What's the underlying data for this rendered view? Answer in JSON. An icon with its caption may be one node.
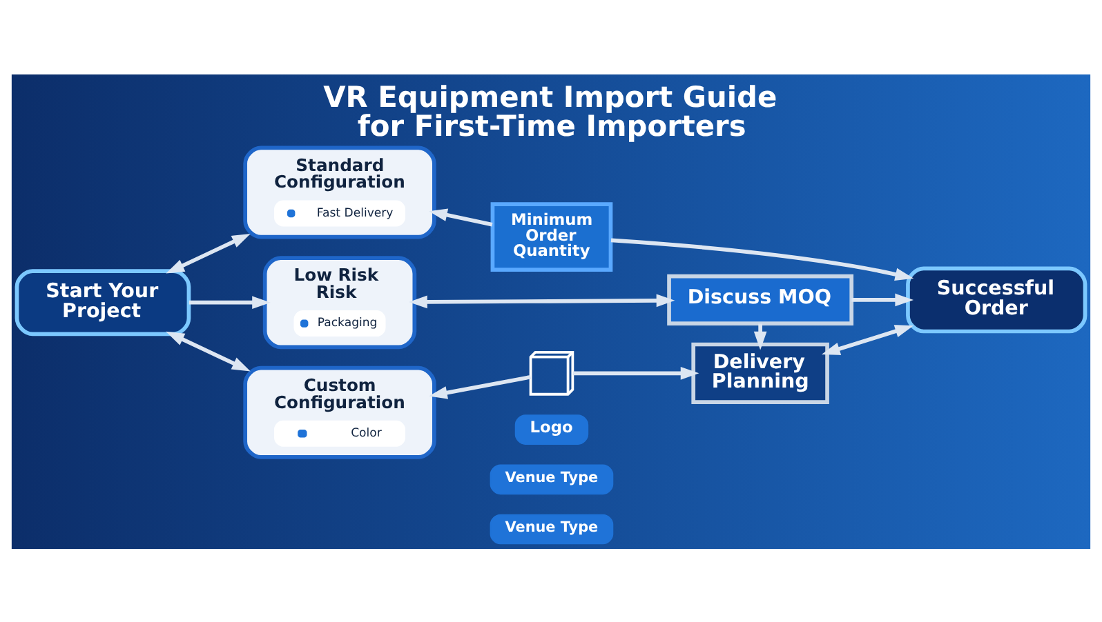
{
  "diagram": {
    "title": "VR Equipment Import Guide for First-Time Importers",
    "nodes": [
      {
        "text": [
          "Start Your Project"
        ]
      },
      {
        "text": [
          "Standard Configuration",
          "Fast Delivery"
        ]
      },
      {
        "text": [
          "Low Risk Risk",
          "Packaging"
        ]
      },
      {
        "text": [
          "Custom Configuration",
          "Color"
        ]
      },
      {
        "text": [
          "Minimum Order Quantity"
        ]
      },
      {
        "text": [
          "Logo"
        ]
      },
      {
        "text": [
          "Discuss MOQ"
        ]
      },
      {
        "text": [
          "Venue Type"
        ]
      },
      {
        "text": [],
        "shape": "picture"
      },
      {
        "text": [
          "Venue Type"
        ]
      },
      {
        "text": [
          "Delivery Planning"
        ]
      },
      {
        "text": [
          "Successful Order"
        ]
      }
    ],
    "edges": [
      {
        "from": 0,
        "to": 1,
        "arrow": "both"
      },
      {
        "from": 0,
        "to": 2,
        "arrow": "to"
      },
      {
        "from": 0,
        "to": 3,
        "arrow": "both"
      },
      {
        "from": 4,
        "to": 1,
        "arrow": "to"
      },
      {
        "from": 4,
        "to": 11,
        "arrow": "to"
      },
      {
        "from": 2,
        "to": 6,
        "arrow": "both"
      },
      {
        "from": 6,
        "to": 11,
        "arrow": "to"
      },
      {
        "from": 6,
        "to": 10,
        "arrow": "to"
      },
      {
        "from": 8,
        "to": 3,
        "arrow": "to"
      },
      {
        "from": 8,
        "to": 10,
        "arrow": "to"
      },
      {
        "from": 10,
        "to": 11,
        "arrow": "both"
      }
    ]
  }
}
